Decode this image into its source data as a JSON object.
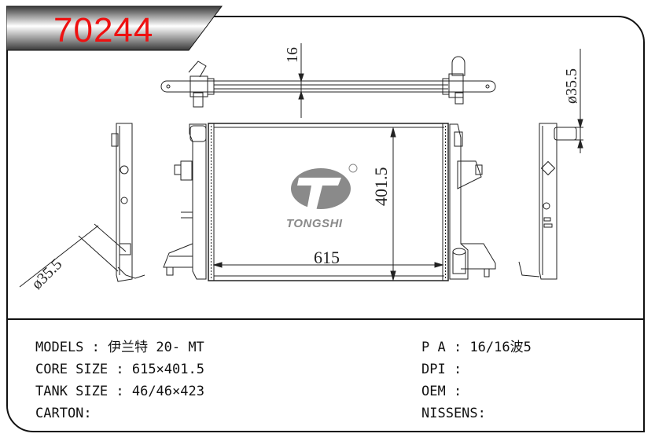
{
  "header": {
    "part_number": "70244",
    "part_number_color": "#ee1111"
  },
  "brand": {
    "logo_text": "TONGSHI",
    "registered_mark": "®",
    "logo_color": "#8a8a8a"
  },
  "drawing": {
    "dimensions": {
      "core_width": "615",
      "core_height": "401.5",
      "core_thickness": "16",
      "outlet_diameter_right": "ø35.5",
      "inlet_diameter_left": "ø35.5"
    }
  },
  "specs": {
    "left": [
      {
        "label": "MODELS",
        "sep": " : ",
        "value": "伊兰特 20- MT"
      },
      {
        "label": "CORE SIZE",
        "sep": " : ",
        "value": "615×401.5"
      },
      {
        "label": "TANK SIZE",
        "sep": " : ",
        "value": "46/46×423"
      },
      {
        "label": "CARTON",
        "sep": ":",
        "value": ""
      }
    ],
    "right": [
      {
        "label": "P A",
        "sep": " : ",
        "value": "16/16波5"
      },
      {
        "label": "DPI",
        "sep": " :",
        "value": ""
      },
      {
        "label": "OEM",
        "sep": " :",
        "value": ""
      },
      {
        "label": "NISSENS",
        "sep": ":",
        "value": ""
      }
    ]
  }
}
